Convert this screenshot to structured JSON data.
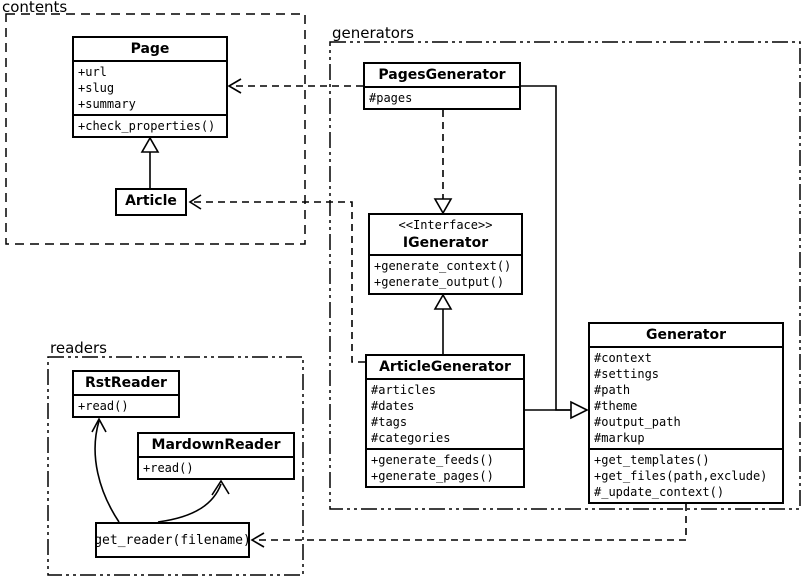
{
  "packages": {
    "contents": "contents",
    "generators": "generators",
    "readers": "readers"
  },
  "classes": {
    "page": {
      "name": "Page",
      "attributes": [
        "+url",
        "+slug",
        "+summary"
      ],
      "methods": [
        "+check_properties()"
      ]
    },
    "article": {
      "name": "Article"
    },
    "pagesGenerator": {
      "name": "PagesGenerator",
      "attributes": [
        "#pages"
      ]
    },
    "iGenerator": {
      "stereotype": "<<Interface>>",
      "name": "IGenerator",
      "methods": [
        "+generate_context()",
        "+generate_output()"
      ]
    },
    "articleGenerator": {
      "name": "ArticleGenerator",
      "attributes": [
        "#articles",
        "#dates",
        "#tags",
        "#categories"
      ],
      "methods": [
        "+generate_feeds()",
        "+generate_pages()"
      ]
    },
    "generator": {
      "name": "Generator",
      "attributes": [
        "#context",
        "#settings",
        "#path",
        "#theme",
        "#output_path",
        "#markup"
      ],
      "methods": [
        "+get_templates()",
        "+get_files(path,exclude)",
        "#_update_context()"
      ]
    },
    "rstReader": {
      "name": "RstReader",
      "methods": [
        "+read()"
      ]
    },
    "markdownReader": {
      "name": "MardownReader",
      "methods": [
        "+read()"
      ]
    },
    "getReader": {
      "name": "get_reader(filename)"
    }
  }
}
